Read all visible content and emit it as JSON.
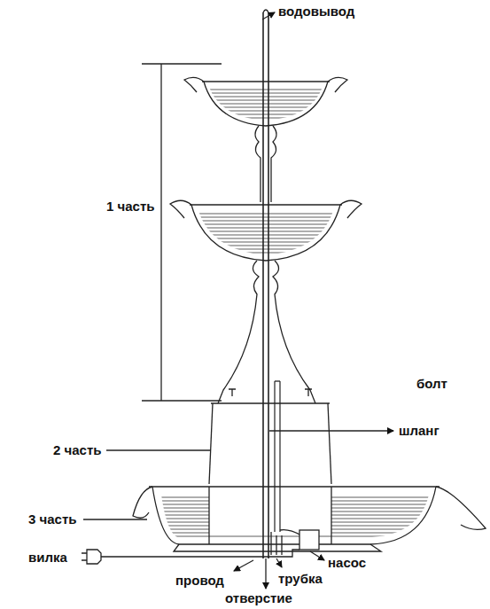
{
  "diagram": {
    "labels": [
      "водовывод",
      "1 часть",
      "болт",
      "шланг",
      "2 часть",
      "3 часть",
      "вилка",
      "провод",
      "трубка",
      "насос",
      "отверстие"
    ]
  }
}
